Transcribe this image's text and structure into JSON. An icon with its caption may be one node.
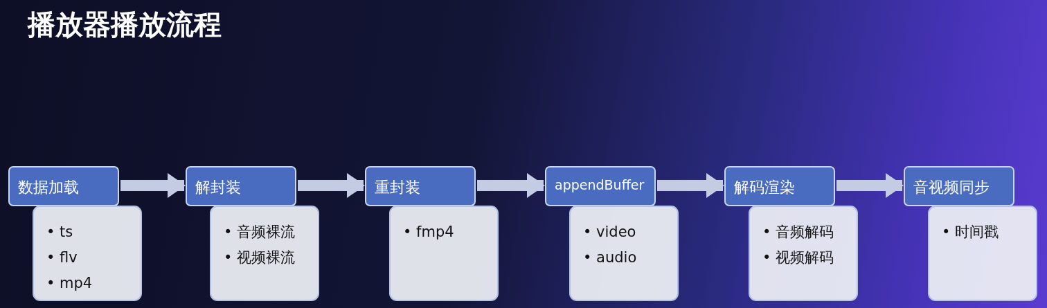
{
  "diagram": {
    "title": "播放器播放流程",
    "nodes": [
      {
        "text": [
          "数据加载"
        ]
      },
      {
        "text": [
          "• ts",
          "• flv",
          "• mp4"
        ]
      },
      {
        "text": [
          "解封装"
        ]
      },
      {
        "text": [
          "• 音频裸流",
          "• 视频裸流"
        ]
      },
      {
        "text": [
          "重封装"
        ]
      },
      {
        "text": [
          "• fmp4"
        ]
      },
      {
        "text": [
          "appendBuffer"
        ]
      },
      {
        "text": [
          "• video",
          "• audio"
        ]
      },
      {
        "text": [
          "解码渲染"
        ]
      },
      {
        "text": [
          "• 音频解码",
          "• 视频解码"
        ]
      },
      {
        "text": [
          "音视频同步"
        ]
      },
      {
        "text": [
          "• 时间戳"
        ]
      }
    ],
    "edges": [
      {
        "from": 0,
        "to": 2,
        "arrow": "to"
      },
      {
        "from": 2,
        "to": 4,
        "arrow": "to"
      },
      {
        "from": 4,
        "to": 6,
        "arrow": "to"
      },
      {
        "from": 6,
        "to": 8,
        "arrow": "to"
      },
      {
        "from": 8,
        "to": 10,
        "arrow": "to"
      }
    ]
  }
}
